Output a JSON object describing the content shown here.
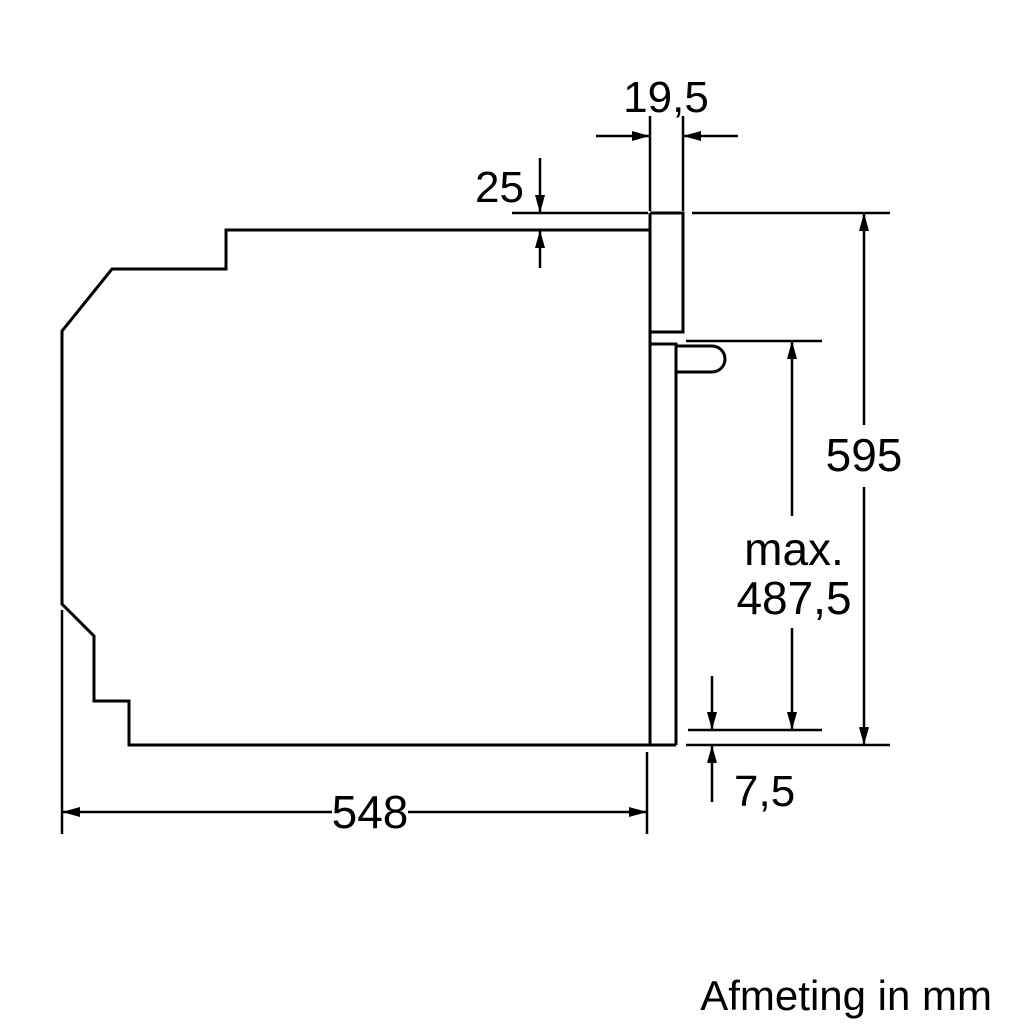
{
  "diagram": {
    "caption": "Afmeting in mm",
    "colors": {
      "line": "#000000",
      "background": "#ffffff"
    },
    "labels": {
      "door_protrusion": "19,5",
      "top_overlap": "25",
      "total_height": "595",
      "max_prefix": "max.",
      "max_height": "487,5",
      "bottom_gap": "7,5",
      "depth": "548"
    }
  }
}
